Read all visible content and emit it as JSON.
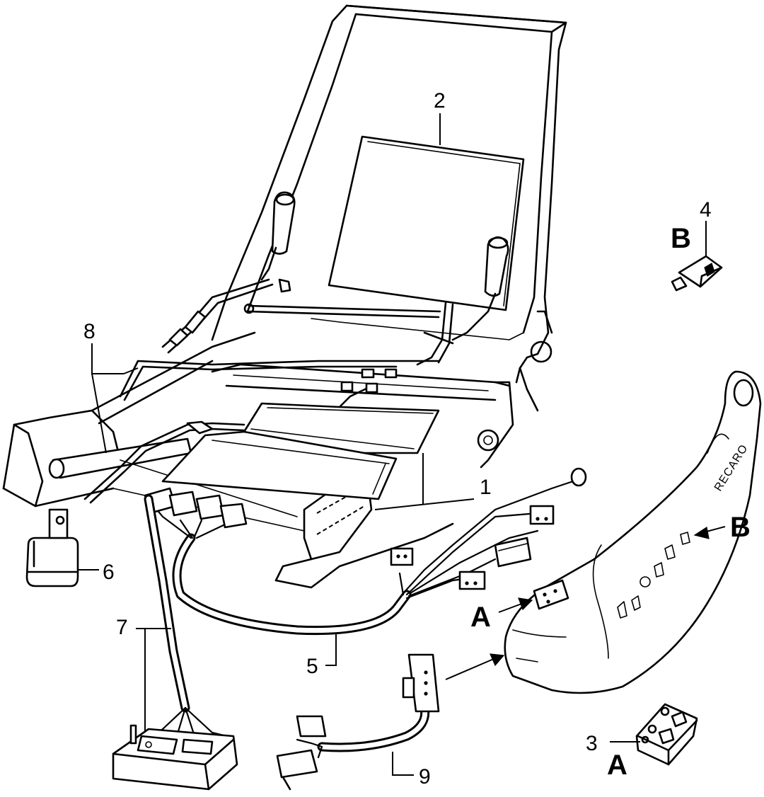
{
  "callouts": {
    "c1": "1",
    "c2": "2",
    "c3": "3",
    "c4": "4",
    "c5": "5",
    "c6": "6",
    "c7": "7",
    "c8": "8",
    "c9": "9"
  },
  "refs": {
    "a_panel": "A",
    "a_switch": "A",
    "b_panel": "B",
    "b_switch": "B"
  },
  "side_panel": {
    "brand": "RECARO"
  }
}
